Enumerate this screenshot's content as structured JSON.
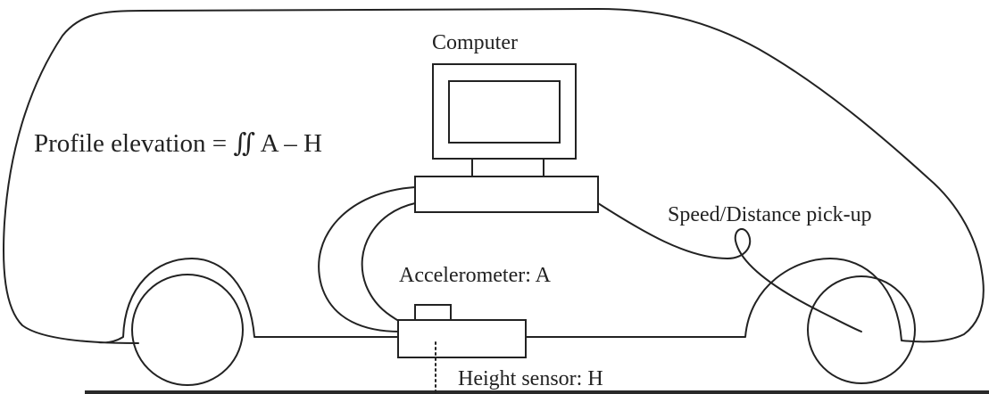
{
  "labels": {
    "computer": "Computer",
    "profile_equation": "Profile elevation = ∬ A – H",
    "speed_pickup": "Speed/Distance pick-up",
    "accelerometer": "Accelerometer: A",
    "height_sensor": "Height sensor: H"
  },
  "colors": {
    "ink": "#222222",
    "background": "#ffffff"
  }
}
